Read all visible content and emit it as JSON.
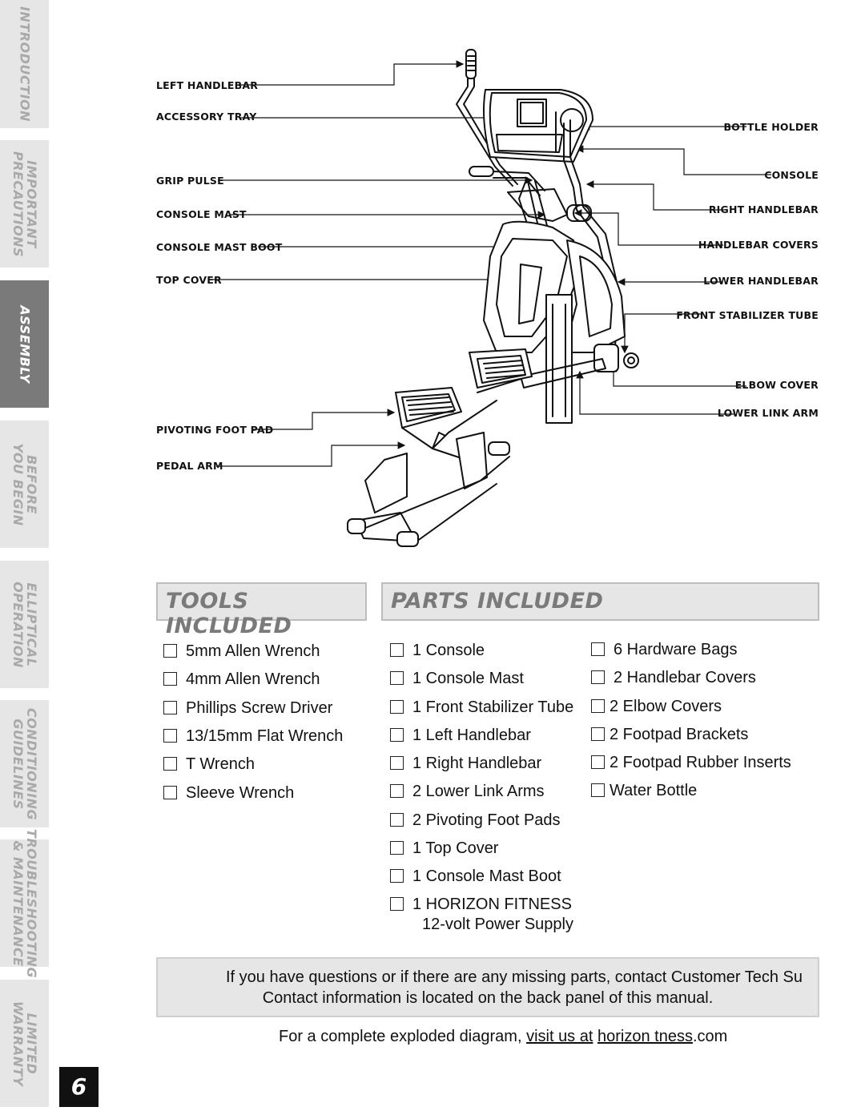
{
  "side_tabs": [
    {
      "label": "INTRODUCTION",
      "active": false
    },
    {
      "label": "IMPORTANT\nPRECAUTIONS",
      "active": false
    },
    {
      "label": "ASSEMBLY",
      "active": true
    },
    {
      "label": "BEFORE\nYOU BEGIN",
      "active": false
    },
    {
      "label": "ELLIPTICAL\nOPERATION",
      "active": false
    },
    {
      "label": "CONDITIONING\nGUIDELINES",
      "active": false
    },
    {
      "label": "TROUBLESHOOTING\n& MAINTENANCE",
      "active": false
    },
    {
      "label": "LIMITED\nWARRANTY",
      "active": false
    }
  ],
  "page_number": "6",
  "diagram": {
    "left_labels": [
      "LEFT HANDLEBAR",
      "ACCESSORY TRAY",
      "GRIP PULSE",
      "CONSOLE MAST",
      "CONSOLE MAST BOOT",
      "TOP COVER",
      "PIVOTING FOOT PAD",
      "PEDAL ARM"
    ],
    "right_labels": [
      "BOTTLE HOLDER",
      "CONSOLE",
      "RIGHT HANDLEBAR",
      "HANDLEBAR COVERS",
      "LOWER HANDLEBAR",
      "FRONT STABILIZER TUBE",
      "ELBOW COVER",
      "LOWER LINK ARM"
    ]
  },
  "tools": {
    "header": "TOOLS INCLUDED",
    "items": [
      "5mm Allen Wrench",
      "4mm Allen Wrench",
      "Phillips Screw Driver",
      "13/15mm Flat Wrench",
      "T Wrench",
      "Sleeve Wrench"
    ]
  },
  "parts": {
    "header": "PARTS INCLUDED",
    "col1": [
      "1 Console",
      "1 Console Mast",
      "1 Front Stabilizer Tube",
      "1 Left Handlebar",
      "1 Right Handlebar",
      "2 Lower Link Arms",
      "2 Pivoting Foot Pads",
      "1 Top Cover",
      "1 Console Mast Boot",
      "1 HORIZON FITNESS"
    ],
    "col1_last_sub": "12-volt Power Supply",
    "col2": [
      "6 Hardware Bags",
      "2 Handlebar Covers",
      "2 Elbow Covers",
      "2 Footpad Brackets",
      "2 Footpad Rubber Inserts",
      "Water Bottle"
    ]
  },
  "notice": {
    "line1": "If you have questions or if there are any missing parts, contact Customer Tech Su",
    "line2": "Contact information is located on the back panel of this manual."
  },
  "footer": {
    "prefix": "For a complete exploded diagram, ",
    "url": "visit us at",
    "url2": "horizon tness",
    "suffix": ".com"
  }
}
